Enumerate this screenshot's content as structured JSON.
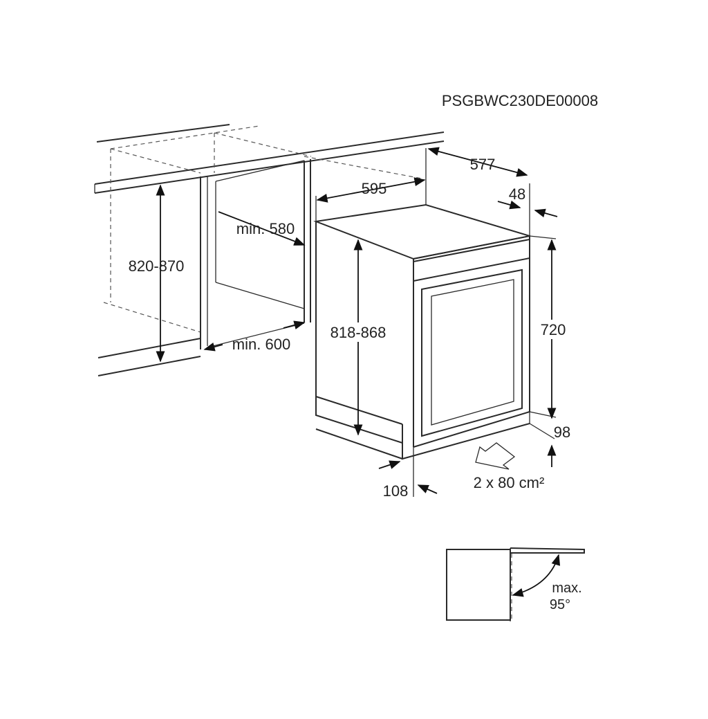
{
  "diagram": {
    "code": "PSGBWC230DE00008",
    "dimensions": {
      "niche_height": "820-870",
      "niche_depth": "min. 580",
      "niche_width": "min. 600",
      "appliance_width": "595",
      "appliance_depth": "577",
      "door_offset": "48",
      "appliance_height": "818-868",
      "body_height": "720",
      "plinth_height": "98",
      "plinth_depth": "108",
      "ventilation": "2 x 80 cm²"
    },
    "door_detail": {
      "max_label": "max.",
      "angle_label": "95°"
    }
  }
}
